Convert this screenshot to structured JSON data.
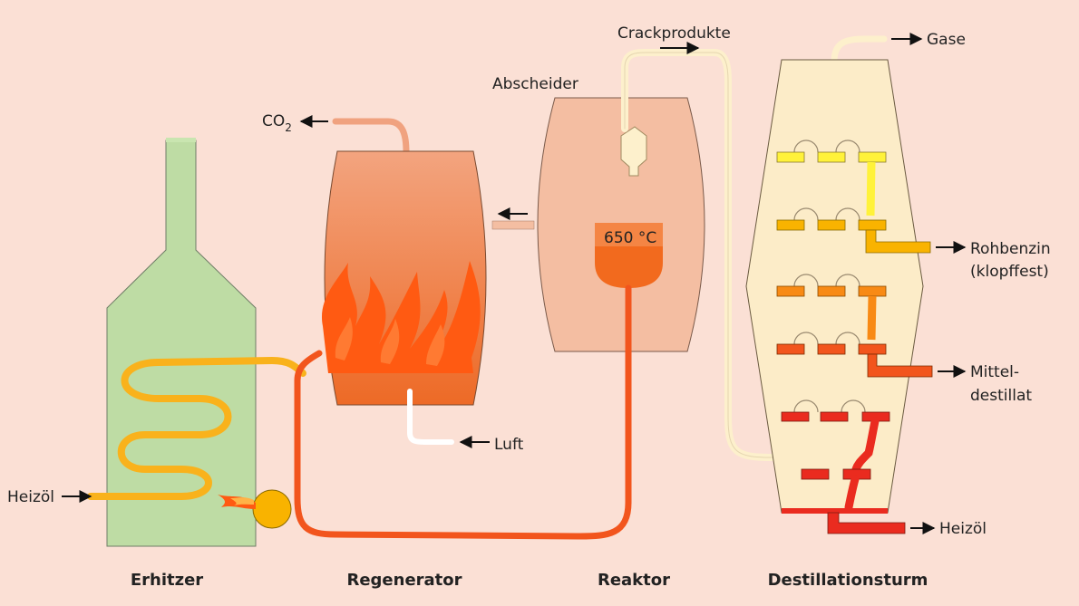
{
  "units": {
    "heater": "Erhitzer",
    "regenerator": "Regenerator",
    "reactor": "Reaktor",
    "column": "Destillationsturm"
  },
  "labels": {
    "separator": "Abscheider",
    "crack_products": "Crackprodukte",
    "co2_main": "CO",
    "co2_sub": "2",
    "air": "Luft",
    "heating_oil_in": "Heizöl",
    "temperature": "650 °C",
    "gases": "Gase",
    "gasoline_1": "Rohbenzin",
    "gasoline_2": "(klopffest)",
    "middle_1": "Mittel-",
    "middle_2": "destillat",
    "heating_oil_out": "Heizöl"
  },
  "colors": {
    "background": "#fbe0d5",
    "heater_body": "#bedca4",
    "regenerator_top": "#f2a07b",
    "regenerator_bottom": "#ef6f2b",
    "flame": "#ff5a12",
    "reactor": "#f4bea2",
    "reactor_cup": "#f26a1e",
    "column_body": "#fcecc8",
    "pipe_light": "#fdf0cc",
    "pipe_orange": "#f9b21c",
    "pipe_red": "#f2551d",
    "tray_yellow": "#fff23a",
    "tray_orange": "#f9b300",
    "tray_deep_orange": "#f88a15",
    "tray_red_orange": "#f2551d",
    "tray_red": "#ea2b1f"
  }
}
